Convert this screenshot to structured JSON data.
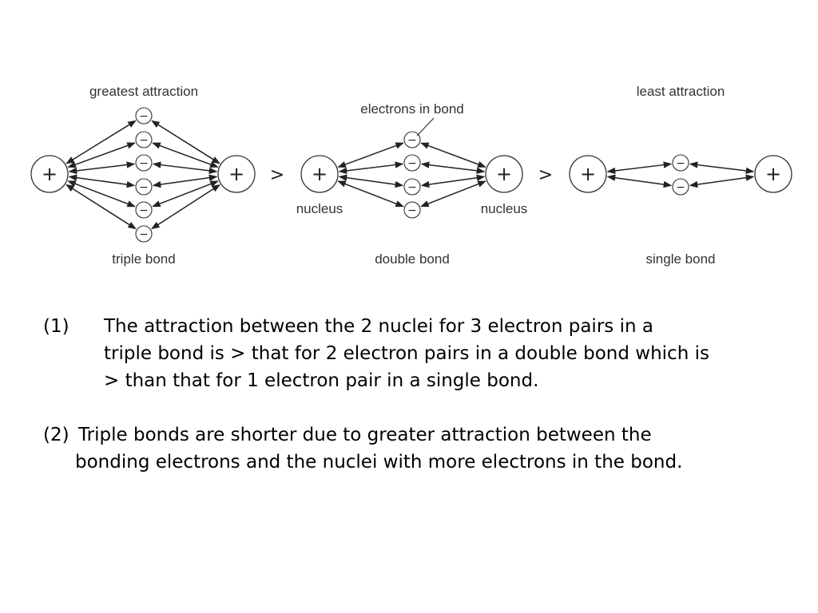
{
  "diagram": {
    "triple": {
      "top_label": "greatest attraction",
      "bottom_label": "triple bond"
    },
    "double": {
      "top_label": "electrons in bond",
      "left_label": "nucleus",
      "right_label": "nucleus",
      "bottom_label": "double bond"
    },
    "single": {
      "top_label": "least attraction",
      "bottom_label": "single bond"
    },
    "comparison_1": ">",
    "comparison_2": ">",
    "nucleus_symbol": "+",
    "electron_symbol": "−"
  },
  "notes": [
    {
      "marker": "(1)",
      "lines": [
        "The attraction between the 2 nuclei for 3 electron pairs in a",
        "triple bond is > that for 2 electron pairs in a double bond which is",
        "> than that for 1 electron pair in a single bond."
      ]
    },
    {
      "marker": "(2)",
      "lines": [
        "Triple bonds are shorter due to greater attraction between the",
        "bonding electrons and the nuclei with more electrons in the bond."
      ]
    }
  ]
}
